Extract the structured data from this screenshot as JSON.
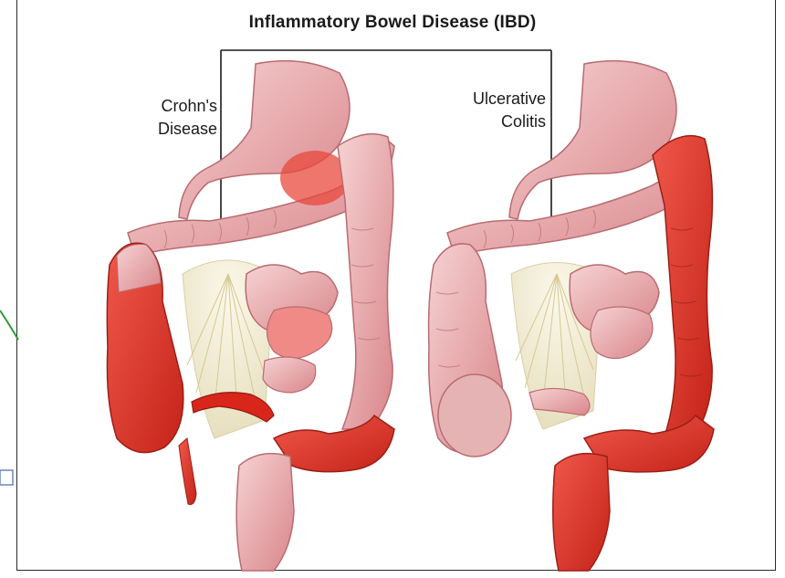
{
  "title": "Inflammatory Bowel Disease (IBD)",
  "labels": {
    "crohns_line1": "Crohn's",
    "crohns_line2": "Disease",
    "uc_line1": "Ulcerative",
    "uc_line2": "Colitis"
  },
  "colors": {
    "healthy_tissue": "#e8a9ad",
    "inflamed_tissue": "#e0392b",
    "mesentery": "#f2eed8",
    "outline": "#7a2a2a",
    "bracket": "#1a1a1a"
  }
}
